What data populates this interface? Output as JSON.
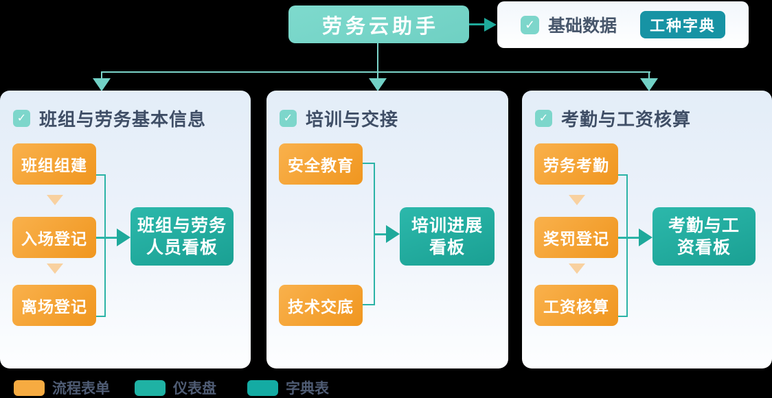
{
  "root": {
    "title": "劳务云助手"
  },
  "basic_data_card": {
    "label": "基础数据",
    "button_label": "工种字典"
  },
  "icons": {
    "check": "✓"
  },
  "panels": [
    {
      "title": "班组与劳务基本信息",
      "steps": [
        "班组组建",
        "入场登记",
        "离场登记"
      ],
      "dashboard_line1": "班组与劳务",
      "dashboard_line2": "人员看板"
    },
    {
      "title": "培训与交接",
      "steps": [
        "安全教育",
        "技术交底"
      ],
      "dashboard_line1": "培训进展",
      "dashboard_line2": "看板"
    },
    {
      "title": "考勤与工资核算",
      "steps": [
        "劳务考勤",
        "奖罚登记",
        "工资核算"
      ],
      "dashboard_line1": "考勤与工",
      "dashboard_line2": "资看板"
    }
  ],
  "legend": [
    {
      "label": "流程表单",
      "color": "#f6ab41"
    },
    {
      "label": "仪表盘",
      "color": "#1fb2a4"
    },
    {
      "label": "字典表",
      "color": "#14aba3"
    }
  ],
  "palette": {
    "root_node": "#74d4c8",
    "branch_line": "#7cd5ca",
    "flow_box": "#f5a432",
    "dashboard_box": "#22b2a5",
    "dict_button": "#1793a4",
    "connector": "#2bb3a6"
  }
}
